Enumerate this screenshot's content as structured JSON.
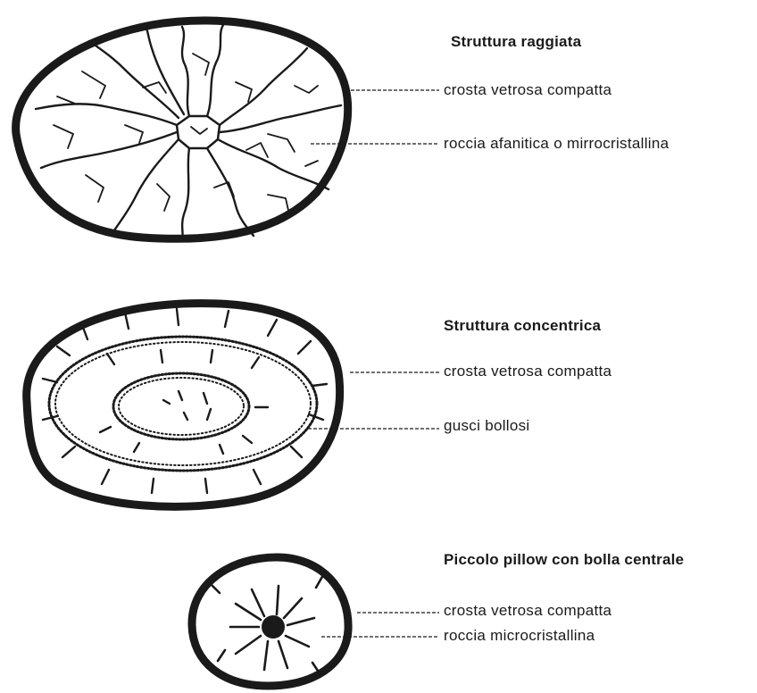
{
  "diagrams": [
    {
      "title": "Struttura raggiata",
      "labels": [
        "crosta vetrosa compatta",
        "roccia afanitica o mirrocristallina"
      ]
    },
    {
      "title": "Struttura concentrica",
      "labels": [
        "crosta vetrosa compatta",
        "gusci bollosi"
      ]
    },
    {
      "title": "Piccolo pillow con bolla centrale",
      "labels": [
        "crosta vetrosa compatta",
        "roccia microcristallina"
      ]
    }
  ],
  "colors": {
    "ink": "#1a1a1a",
    "paper": "#ffffff"
  }
}
